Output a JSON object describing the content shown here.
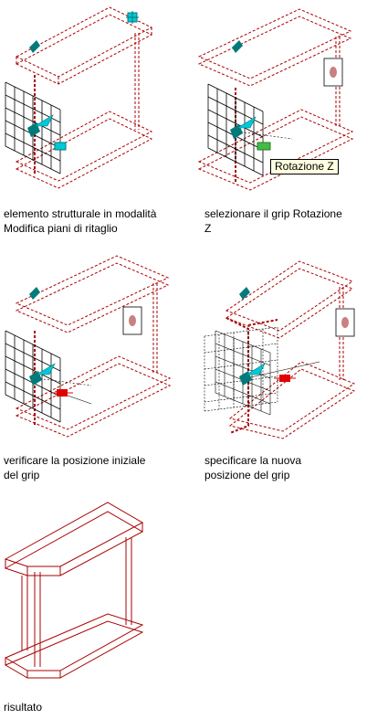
{
  "figures": [
    {
      "id": "step1",
      "caption": "elemento strutturale in modalità\nModifica piani di ritaglio"
    },
    {
      "id": "step2",
      "caption": "selezionare il grip Rotazione\nZ",
      "tooltip": "Rotazione Z"
    },
    {
      "id": "step3",
      "caption": "verificare la posizione iniziale\ndel grip"
    },
    {
      "id": "step4",
      "caption": "specificare la nuova\nposizione del grip"
    },
    {
      "id": "step5",
      "caption": "risultato"
    }
  ],
  "colors": {
    "member_outline": "#aa0000",
    "grid_lines": "#000000",
    "grip_cyan": "#00c8d8",
    "grip_teal": "#007a7a",
    "grip_selected_green": "#44bb44",
    "grip_hot_red": "#e00000",
    "clip_plane_marker": "#c88080"
  },
  "icons": [
    "move-grip-icon",
    "rotation-grip-icon",
    "plane-edit-grip-icon",
    "clip-plane-marker-icon"
  ]
}
